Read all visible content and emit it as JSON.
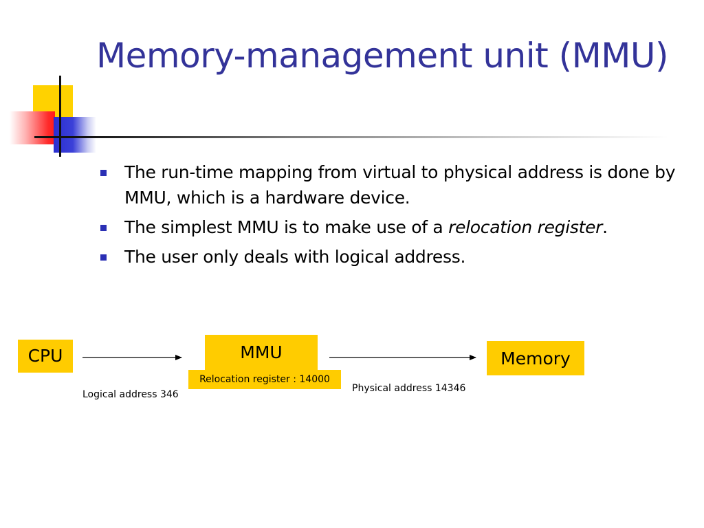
{
  "slide": {
    "title": "Memory-management unit (MMU)",
    "bullets": [
      {
        "text": "The run-time mapping from virtual to physical address is done by MMU, which is a hardware device."
      },
      {
        "text_before": "The simplest MMU is to make use of a ",
        "text_italic": "relocation register",
        "text_after": "."
      },
      {
        "text": "The user only deals with logical address."
      }
    ]
  },
  "diagram": {
    "cpu_label": "CPU",
    "mmu_label": "MMU",
    "relocation_label": "Relocation register : 14000",
    "memory_label": "Memory",
    "logical_address_label": "Logical address 346",
    "physical_address_label": "Physical address 14346"
  },
  "colors": {
    "title": "#333399",
    "box_fill": "#ffcc00",
    "bullet_marker": "#2a2fb4"
  },
  "icons": {
    "bullet": "square-bullet-icon",
    "logo": "slide-corner-decoration"
  }
}
